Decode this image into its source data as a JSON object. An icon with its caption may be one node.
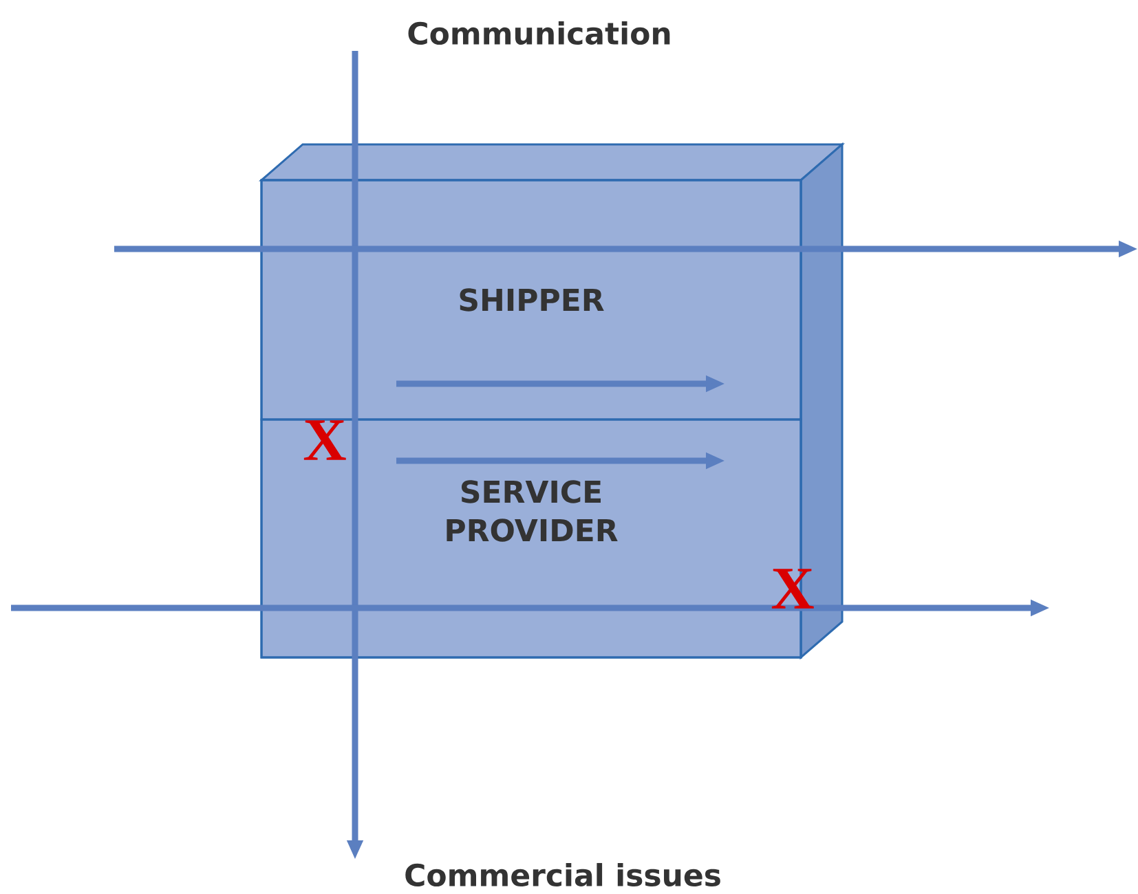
{
  "diagram": {
    "nodes": [
      {
        "text": [],
        "shape": "box"
      },
      {
        "text": [
          "SHIPPER"
        ],
        "in": 0
      },
      {
        "text": [
          "SERVICE PROVIDER"
        ],
        "in": 0
      }
    ],
    "labels": [
      "Communication",
      "X",
      "X",
      "Commercial issues"
    ]
  }
}
